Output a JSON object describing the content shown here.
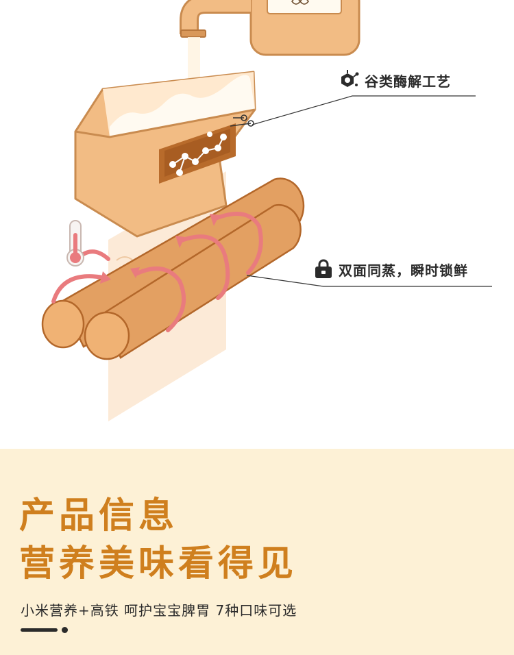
{
  "process": {
    "enzyme_label": "谷类酶解工艺",
    "steam_label": "双面同蒸，瞬时锁鲜"
  },
  "icons": {
    "enzyme": "molecule-icon",
    "steam": "lock-icon",
    "temperature": "thermometer-icon",
    "cut": "scissors-icon"
  },
  "colors": {
    "accent": "#cf7f1e",
    "machine": "#f2bc84",
    "machine_dark": "#b3672a",
    "roller": "#e3a062",
    "arrow": "#e97b7e",
    "panel_bg": "#fdf1d6",
    "text": "#2b2b2b"
  },
  "info": {
    "title_line1": "产品信息",
    "title_line2": "营养美味看得见",
    "subtitle": "小米营养+高铁 呵护宝宝脾胃 7种口味可选"
  }
}
